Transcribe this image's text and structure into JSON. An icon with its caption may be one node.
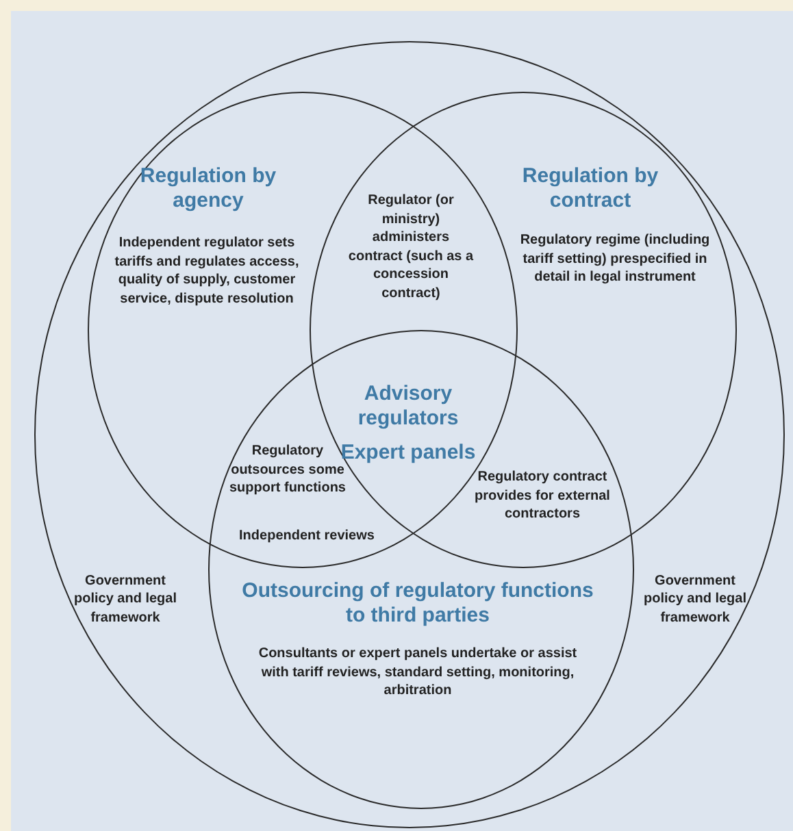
{
  "diagram": {
    "nodes": [
      {
        "text": [
          "Government policy and legal framework",
          "Government policy and legal framework"
        ]
      },
      {
        "text": [
          "Regulation by agency",
          "Independent regulator sets tariffs and regulates access, quality of supply, customer service, dispute resolution"
        ],
        "in": 0
      },
      {
        "text": [
          "Regulation by contract",
          "Regulatory regime (including tariff setting) prespecified in detail in legal instrument"
        ],
        "in": 0
      },
      {
        "text": [
          "Outsourcing of regulatory functions to third parties",
          "Consultants or expert panels undertake or assist with tariff reviews, standard setting, monitoring, arbitration"
        ],
        "in": 0
      }
    ],
    "labels": [
      "Regulator (or ministry) administers contract (such as a concession contract)",
      "Advisory regulators",
      "Expert panels",
      "Regulatory outsources some support functions",
      "Regulatory contract provides for external contractors",
      "Independent reviews"
    ]
  }
}
